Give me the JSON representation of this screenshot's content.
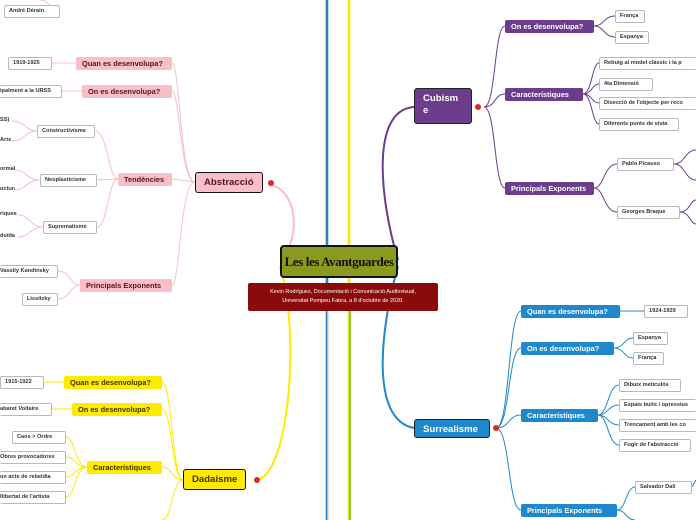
{
  "central": {
    "title": "Les les Avantguardes",
    "subtitle_line1": "Kevin Rodríguez, Documentació i Comunicació Audiovisual,",
    "subtitle_line2": "Universitat Pompeu Fabra, a 8 d'octubre de 2020."
  },
  "abstraccio": {
    "label": "Abstracció",
    "top_leaf": "André Dérain",
    "when_label": "Quan es desenvolupa?",
    "when_value": "1919-1925",
    "where_label": "On es desenvolupa?",
    "where_value": "ipalment a la URSS",
    "tendencies_label": "Tendències",
    "constructivisme": "Constructivisme",
    "constructivisme_items": [
      "SS)",
      "Arts"
    ],
    "neoplasticisme": "Neoplasticisme",
    "neoplasticisme_items": [
      "ormal",
      "uctura"
    ],
    "suprematisme": "Suprematisme",
    "suprematisme_items": [
      "riques",
      "duïda"
    ],
    "exponents_label": "Principals Exponents",
    "exponents": [
      "Vassily Kandinsky",
      "Lissitzky"
    ]
  },
  "dadaisme": {
    "label": "Dadaisme",
    "when_label": "Quan es desenvolupa?",
    "when_value": "1915-1922",
    "where_label": "On es desenvolupa?",
    "where_value": "abaret Voltaire",
    "features_label": "Característiques",
    "features": [
      "Caos > Ordre",
      "Obres provocadores",
      "un acte de rebeldia",
      "llibertat de l'artista"
    ]
  },
  "cubisme": {
    "label_line1": "Cubism",
    "label_line2": "e",
    "where_label": "On es desenvolupa?",
    "where_values": [
      "França",
      "Espanya"
    ],
    "features_label": "Característiques",
    "features": [
      "Rebuig al model clàssic i la p",
      "4ta Dimensió",
      "Disecció de l'objecte per reco",
      "Diferents punts de vista"
    ],
    "exponents_label": "Principals Exponents",
    "exponents": [
      "Pablo Picasso",
      "Georges Braque"
    ]
  },
  "surrealisme": {
    "label": "Surrealisme",
    "when_label": "Quan es desenvolupa?",
    "when_value": "1924-1929",
    "where_label": "On es desenvolupa?",
    "where_values": [
      "Espanya",
      "França"
    ],
    "features_label": "Característiques",
    "features": [
      "Dibuix meticulós",
      "Espais buits i opressius",
      "Trencament amb les co",
      "Fugir de l'abstracció"
    ],
    "exponents_label": "Principals Exponents",
    "exponents": [
      "Salvador Dalí"
    ]
  },
  "colors": {
    "abstraccio": "#f8bfc9",
    "dadaisme": "#ffea00",
    "cubisme": "#6b3d8c",
    "surrealisme": "#1f88cc",
    "central": "#8a9a1e",
    "subtitle": "#8b0a0a"
  }
}
